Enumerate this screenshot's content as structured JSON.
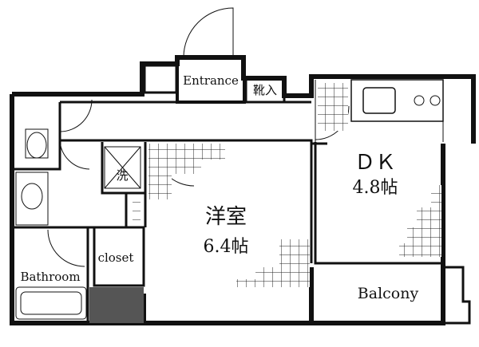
{
  "rooms": {
    "entrance": "Entrance",
    "shoe_storage": "靴入",
    "dk_name": "ＤＫ",
    "dk_size": "4.8帖",
    "western_name": "洋室",
    "western_size": "6.4帖",
    "closet": "closet",
    "bathroom": "Bathroom",
    "balcony": "Balcony",
    "washer_mark": "洗"
  }
}
